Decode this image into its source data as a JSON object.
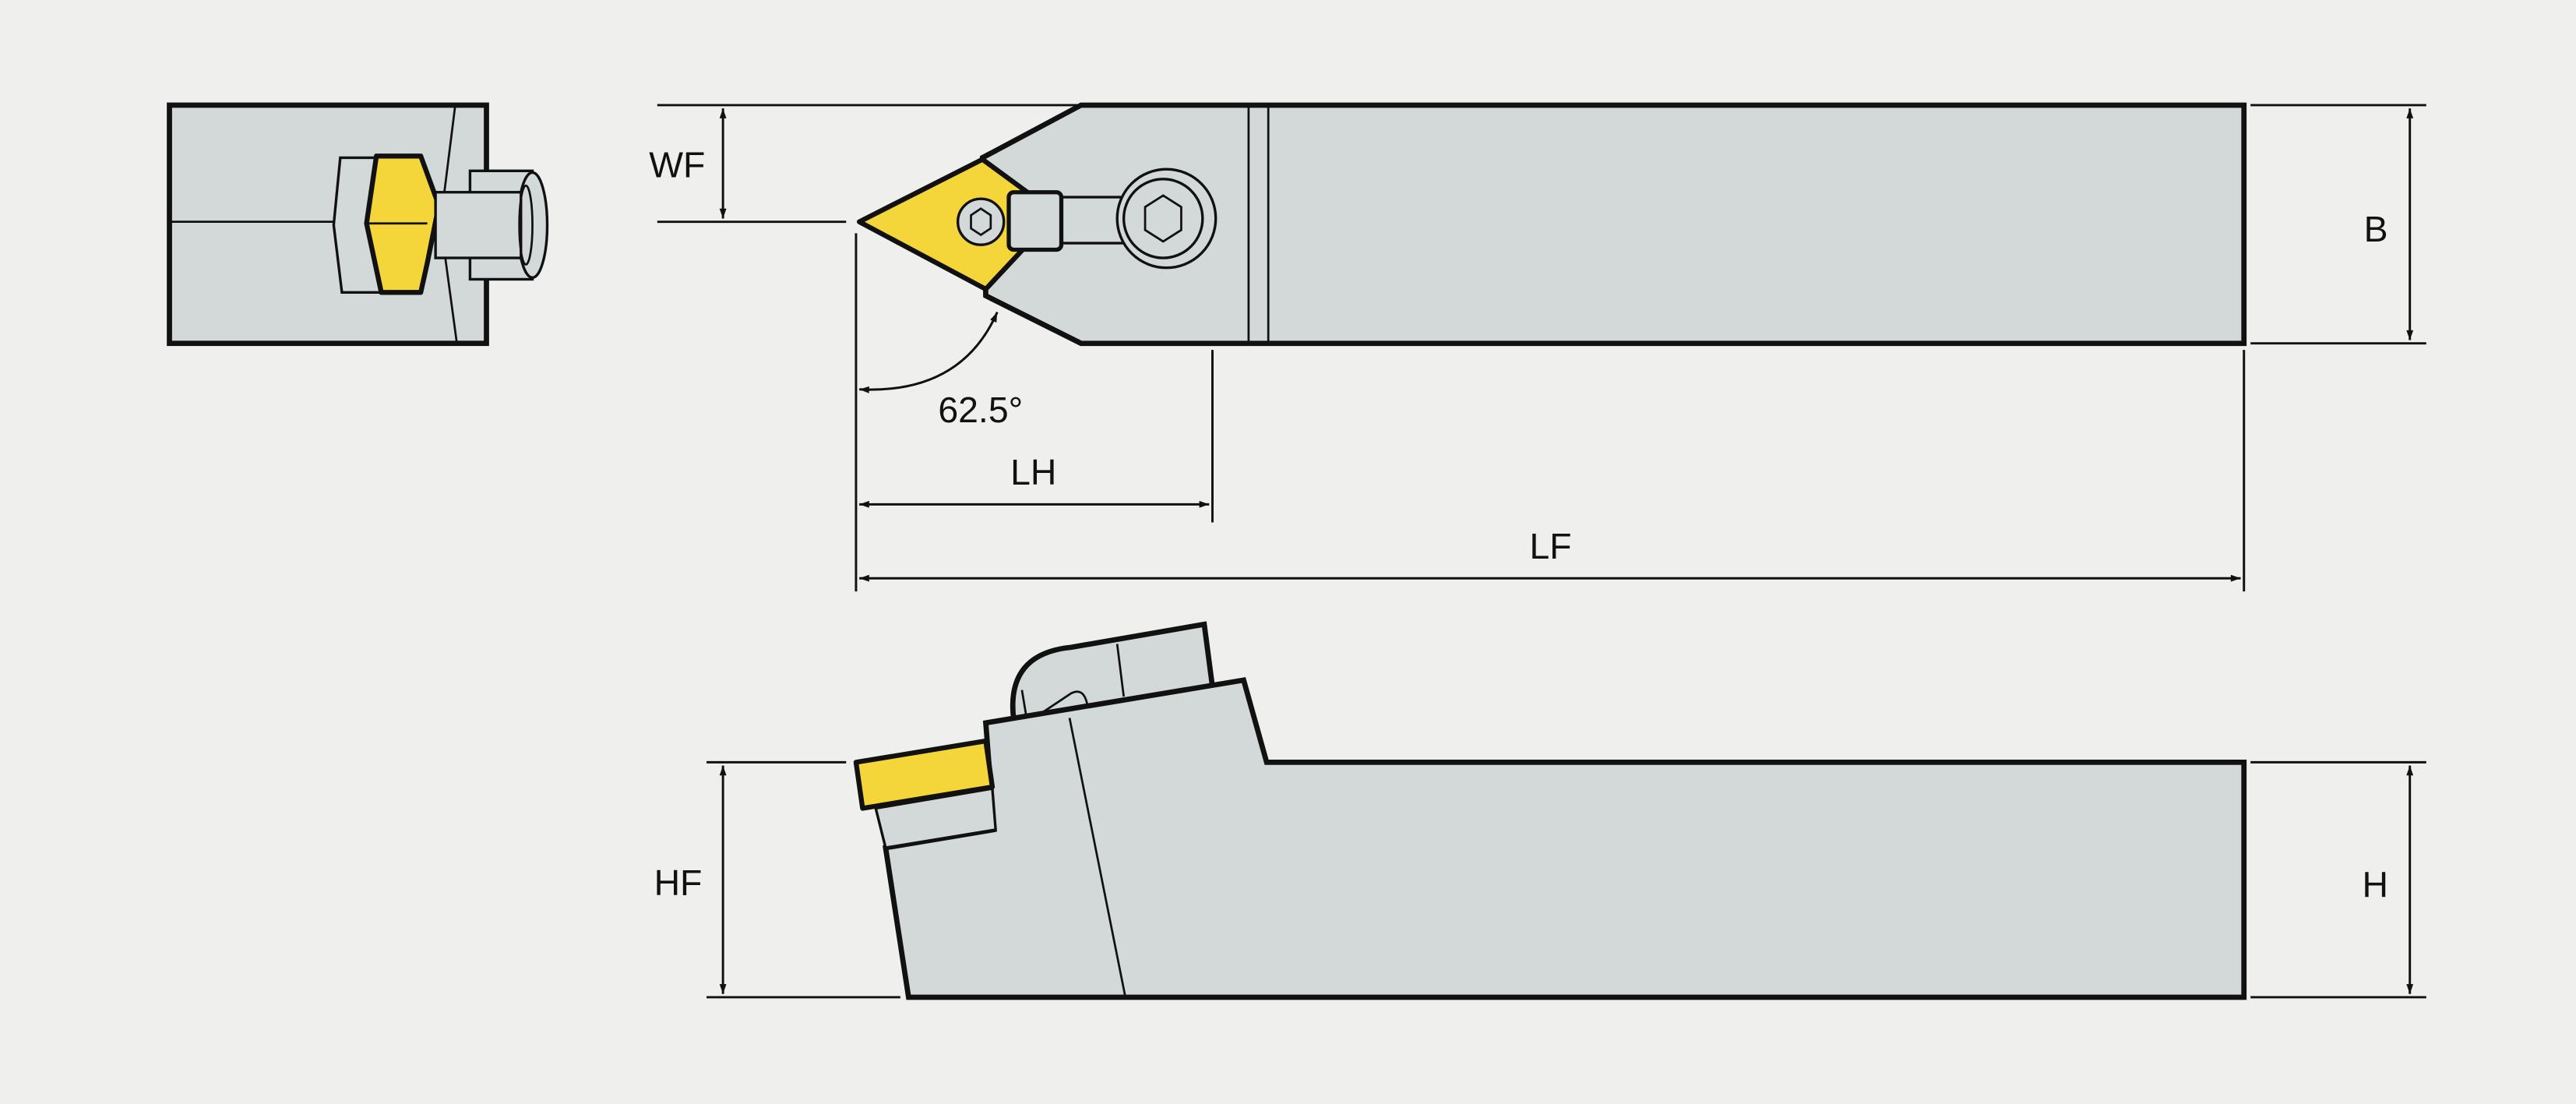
{
  "colors": {
    "background": "#efefed",
    "steel": "#d3d9d8",
    "insert": "#f4d63a",
    "line": "#111111"
  },
  "dimensions": {
    "wf": "WF",
    "b": "B",
    "lh": "LH",
    "lf": "LF",
    "angle": "62.5°",
    "hf": "HF",
    "h": "H"
  }
}
